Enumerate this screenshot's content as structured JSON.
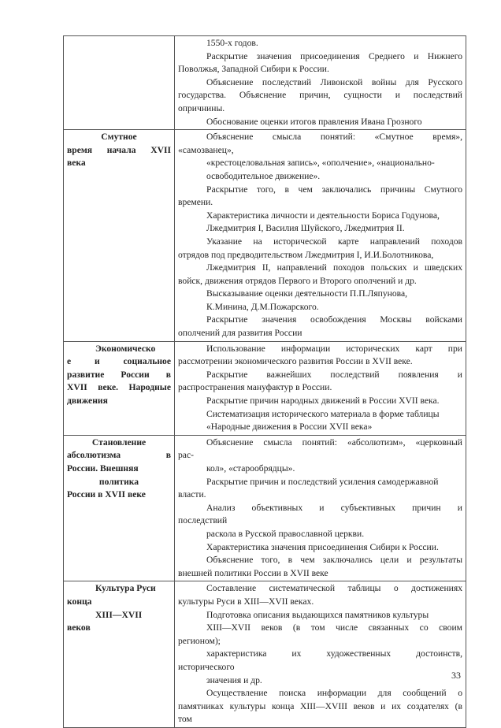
{
  "rows": [
    {
      "topic": [],
      "content": [
        {
          "t": "1550-х годов.",
          "i": 1
        },
        {
          "t": "Раскрытие значения присоединения Среднего и Нижнего",
          "i": 1,
          "j": 1
        },
        {
          "t": "Поволжья, Западной Сибири к России."
        },
        {
          "t": "Объяснение последствий Ливонской войны для Русского",
          "i": 1,
          "j": 1
        },
        {
          "t": "государства. Объяснение причин, сущности и последствий",
          "j": 1
        },
        {
          "t": "опричнины."
        },
        {
          "t": "Обоснование оценки итогов правления Ивана Грозного",
          "i": 1
        }
      ]
    },
    {
      "topic": [
        {
          "t": "Смутное",
          "c": 1
        },
        {
          "t": "время начала XVII",
          "j": 1
        },
        {
          "t": "века"
        }
      ],
      "content": [
        {
          "t": "Объяснение смысла понятий: «Смутное время»,",
          "i": 1,
          "j": 1
        },
        {
          "t": "«самозванец»,"
        },
        {
          "t": "«крестоцеловальная запись», «ополчение», «национально-",
          "i": 1
        },
        {
          "t": "освободительное движение».",
          "i": 1
        },
        {
          "t": "Раскрытие того, в чем заключались причины Смутного",
          "i": 1,
          "j": 1
        },
        {
          "t": "времени."
        },
        {
          "t": "Характеристика личности и деятельности Бориса Годунова,",
          "i": 1
        },
        {
          "t": "Лжедмитрия I, Василия Шуйского, Лжедмитрия II.",
          "i": 1
        },
        {
          "t": "Указание на исторической карте направлений походов",
          "i": 1,
          "j": 1
        },
        {
          "t": "отрядов под предводительством Лжедмитрия I, И.И.Болотникова,"
        },
        {
          "t": "Лжедмитрия II, направлений походов польских и шведских",
          "i": 1,
          "j": 1
        },
        {
          "t": "войск, движения отрядов Первого и Второго ополчений и др."
        },
        {
          "t": "Высказывание оценки деятельности П.П.Ляпунова,",
          "i": 1
        },
        {
          "t": "К.Минина, Д.М.Пожарского.",
          "i": 1
        },
        {
          "t": "Раскрытие значения освобождения Москвы войсками",
          "i": 1,
          "j": 1
        },
        {
          "t": "ополчений для развития России"
        }
      ]
    },
    {
      "topic": [
        {
          "t": "Экономическо",
          "i": 1
        },
        {
          "t": "е и социальное",
          "j": 1
        },
        {
          "t": "развитие России в",
          "j": 1
        },
        {
          "t": "XVII веке. Народные",
          "j": 1
        },
        {
          "t": "движения"
        }
      ],
      "content": [
        {
          "t": "Использование информации исторических карт при",
          "i": 1,
          "j": 1
        },
        {
          "t": "рассмотрении экономического развития России в XVII веке."
        },
        {
          "t": "Раскрытие важнейших последствий появления и",
          "i": 1,
          "j": 1
        },
        {
          "t": "распространения мануфактур в России."
        },
        {
          "t": "Раскрытие причин народных движений в России XVII века.",
          "i": 1
        },
        {
          "t": "Систематизация исторического материала в форме таблицы",
          "i": 1
        },
        {
          "t": "«Народные движения в России XVII века»",
          "i": 1
        }
      ]
    },
    {
      "topic": [
        {
          "t": "Становление",
          "c": 1
        },
        {
          "t": "абсолютизма в",
          "j": 1
        },
        {
          "t": "России. Внешняя"
        },
        {
          "t": "политика",
          "c": 1
        },
        {
          "t": "России в XVII веке"
        }
      ],
      "content": [
        {
          "t": "Объяснение смысла понятий: «абсолютизм», «церковный",
          "i": 1,
          "j": 1
        },
        {
          "t": "рас-"
        },
        {
          "t": "кол», «старообрядцы».",
          "i": 1
        },
        {
          "t": "Раскрытие причин и последствий усиления самодержавной",
          "i": 1
        },
        {
          "t": "власти."
        },
        {
          "t": "Анализ объективных и субъективных причин и",
          "i": 1,
          "j": 1
        },
        {
          "t": "последствий"
        },
        {
          "t": "раскола в Русской православной церкви.",
          "i": 1
        },
        {
          "t": "Характеристика значения присоединения Сибири к России.",
          "i": 1
        },
        {
          "t": "Объяснение того, в чем заключались цели и результаты",
          "i": 1,
          "j": 1
        },
        {
          "t": "внешней политики России в XVII веке"
        }
      ]
    },
    {
      "topic": [
        {
          "t": "Культура Руси",
          "i": 1
        },
        {
          "t": "конца"
        },
        {
          "t": "XIII—XVII",
          "i": 1
        },
        {
          "t": "веков"
        }
      ],
      "content": [
        {
          "t": "Составление систематической таблицы о достижениях",
          "i": 1,
          "j": 1
        },
        {
          "t": "культуры Руси в XIII—XVII веках."
        },
        {
          "t": "Подготовка описания выдающихся памятников культуры",
          "i": 1
        },
        {
          "t": "XIII—XVII веков (в том числе связанных со своим",
          "i": 1,
          "j": 1
        },
        {
          "t": "регионом);"
        },
        {
          "t": "характеристика их художественных достоинств,",
          "i": 1,
          "j": 1
        },
        {
          "t": "исторического"
        },
        {
          "t": "значения и др.",
          "i": 1
        },
        {
          "t": "Осуществление поиска информации для сообщений о",
          "i": 1,
          "j": 1
        },
        {
          "t": "памятниках культуры конца XIII—XVIII веков и их создателях (в",
          "j": 1
        },
        {
          "t": "том"
        }
      ]
    }
  ],
  "page_number": "33"
}
